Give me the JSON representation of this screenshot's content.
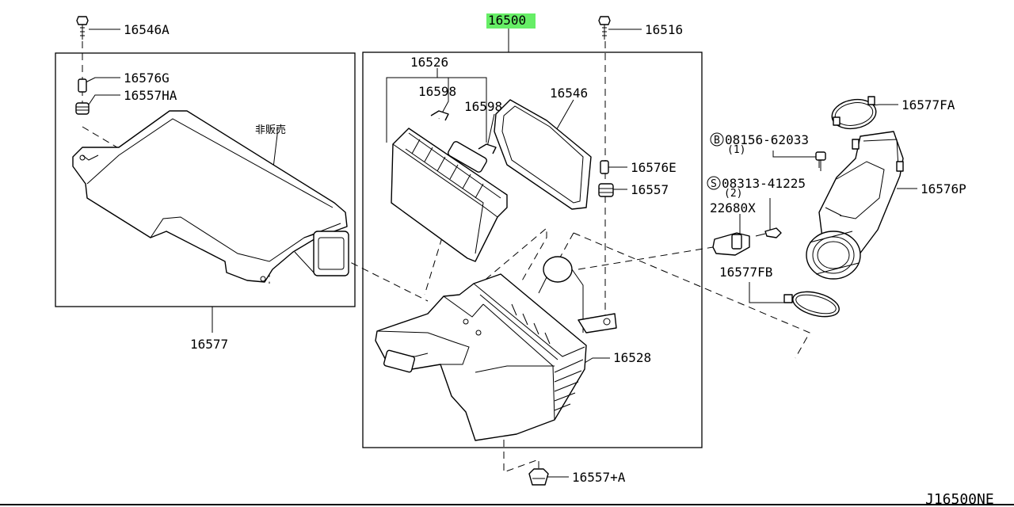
{
  "diagram": {
    "main_assembly": "16500",
    "drawing_code": "J16500NE",
    "not_for_sale_note": "非販売",
    "highlight_color": "#66ee66",
    "parts": {
      "p16546A": "16546A",
      "p16576G": "16576G",
      "p16557HA": "16557HA",
      "p16577": "16577",
      "p16526": "16526",
      "p16598a": "16598",
      "p16598b": "16598",
      "p16546": "16546",
      "p16516": "16516",
      "p16576E": "16576E",
      "p16557": "16557",
      "p16528": "16528",
      "p16557A": "16557+A",
      "p16577FA": "16577FA",
      "p16576P": "16576P",
      "p16577FB": "16577FB",
      "p22680X": "22680X"
    },
    "fasteners": {
      "bolt_prefix": "B",
      "bolt_number": "08156-62033",
      "bolt_qty": "(1)",
      "screw_prefix": "S",
      "screw_number": "08313-41225",
      "screw_qty": "(2)"
    }
  }
}
